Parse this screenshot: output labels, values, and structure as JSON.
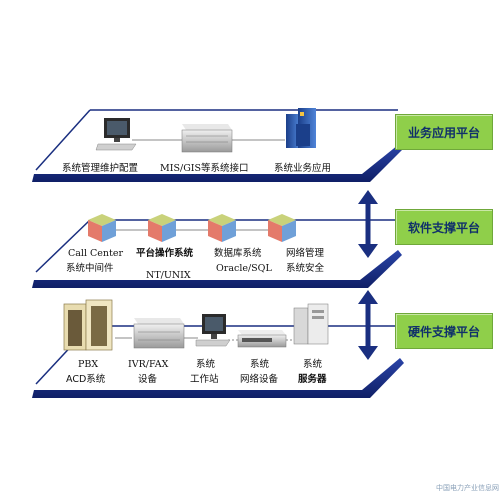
{
  "tiers": {
    "business": {
      "label": "业务应用平台",
      "items": [
        {
          "label": "系统管理维护配置",
          "icon": "pc-workstation-icon"
        },
        {
          "label": "MIS/GIS等系统接口",
          "icon": "server-unit-icon"
        },
        {
          "label": "系统业务应用",
          "icon": "blue-server-rack-icon"
        }
      ]
    },
    "software": {
      "label": "软件支撑平台",
      "items": [
        {
          "line1": "Call Center",
          "line2": "系统中间件",
          "icon": "software-cube-icon"
        },
        {
          "line1": "平台操作系统",
          "line2": "NT/UNIX",
          "icon": "software-cube-icon"
        },
        {
          "line1": "数据库系统",
          "line2": "Oracle/SQL",
          "icon": "software-cube-icon"
        },
        {
          "line1": "网络管理",
          "line2": "系统安全",
          "icon": "software-cube-icon"
        }
      ]
    },
    "hardware": {
      "label": "硬件支撑平台",
      "items": [
        {
          "line1": "PBX",
          "line2": "ACD系统",
          "icon": "pbx-cabinet-icon"
        },
        {
          "line1": "IVR/FAX",
          "line2": "设备",
          "icon": "server-unit-icon"
        },
        {
          "line1": "系统",
          "line2": "工作站",
          "icon": "pc-workstation-icon"
        },
        {
          "line1": "系统",
          "line2": "网络设备",
          "icon": "network-switch-icon"
        },
        {
          "line1": "系统",
          "line2": "服务器",
          "icon": "tower-server-icon"
        }
      ]
    }
  },
  "watermark": "中国电力产业信息网",
  "colors": {
    "band": "#1a2f80",
    "badge": "#8fcf4a",
    "badge_text": "#10306a"
  }
}
